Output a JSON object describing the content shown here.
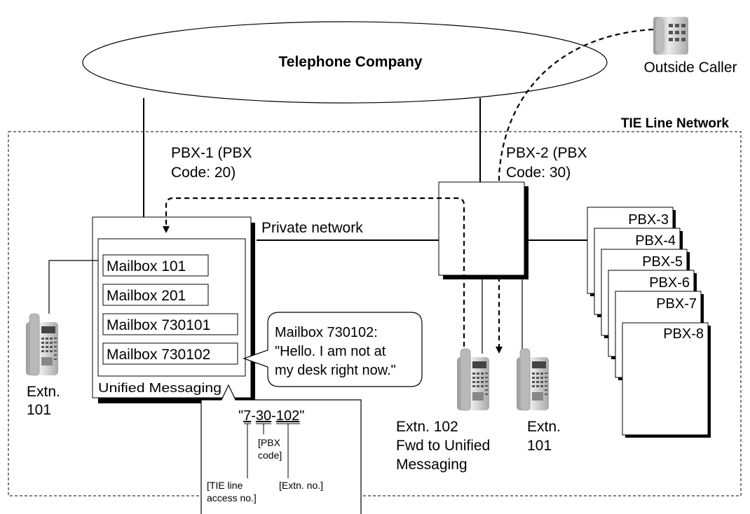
{
  "telephone_company": "Telephone Company",
  "outside_caller": "Outside Caller",
  "tie_network": "TIE Line Network",
  "pbx1": {
    "line1": "PBX-1 (PBX",
    "line2": "Code: 20)"
  },
  "pbx2": {
    "line1": "PBX-2 (PBX",
    "line2": "Code: 30)"
  },
  "private_network": "Private network",
  "unified_messaging": "Unified Messaging",
  "mailboxes": [
    "Mailbox 101",
    "Mailbox 201",
    "Mailbox 730101",
    "Mailbox 730102"
  ],
  "callout": {
    "line1": "Mailbox 730102:",
    "line2": "\"Hello. I am not at",
    "line3": "my desk right now.\""
  },
  "dial": {
    "quote_open": "\"",
    "part1": "7",
    "sep1": "-",
    "part2": "30",
    "sep2": "-",
    "part3": "102",
    "quote_close": "\"",
    "pbx_code_l1": "[PBX",
    "pbx_code_l2": "code]",
    "tie_l1": "[TIE line",
    "tie_l2": "access no.]",
    "extn_no": "[Extn. no.]"
  },
  "extn_left": {
    "line1": "Extn.",
    "line2": "101"
  },
  "extn_102": {
    "line1": "Extn. 102",
    "line2": "Fwd to Unified",
    "line3": "Messaging"
  },
  "extn_101_right": {
    "line1": "Extn.",
    "line2": "101"
  },
  "pbx_stack": [
    "PBX-3",
    "PBX-4",
    "PBX-5",
    "PBX-6",
    "PBX-7",
    "PBX-8"
  ],
  "colors": {
    "line": "#000000",
    "phone_body": "#d4d4d4",
    "phone_dark": "#555555",
    "background": "#ffffff"
  }
}
